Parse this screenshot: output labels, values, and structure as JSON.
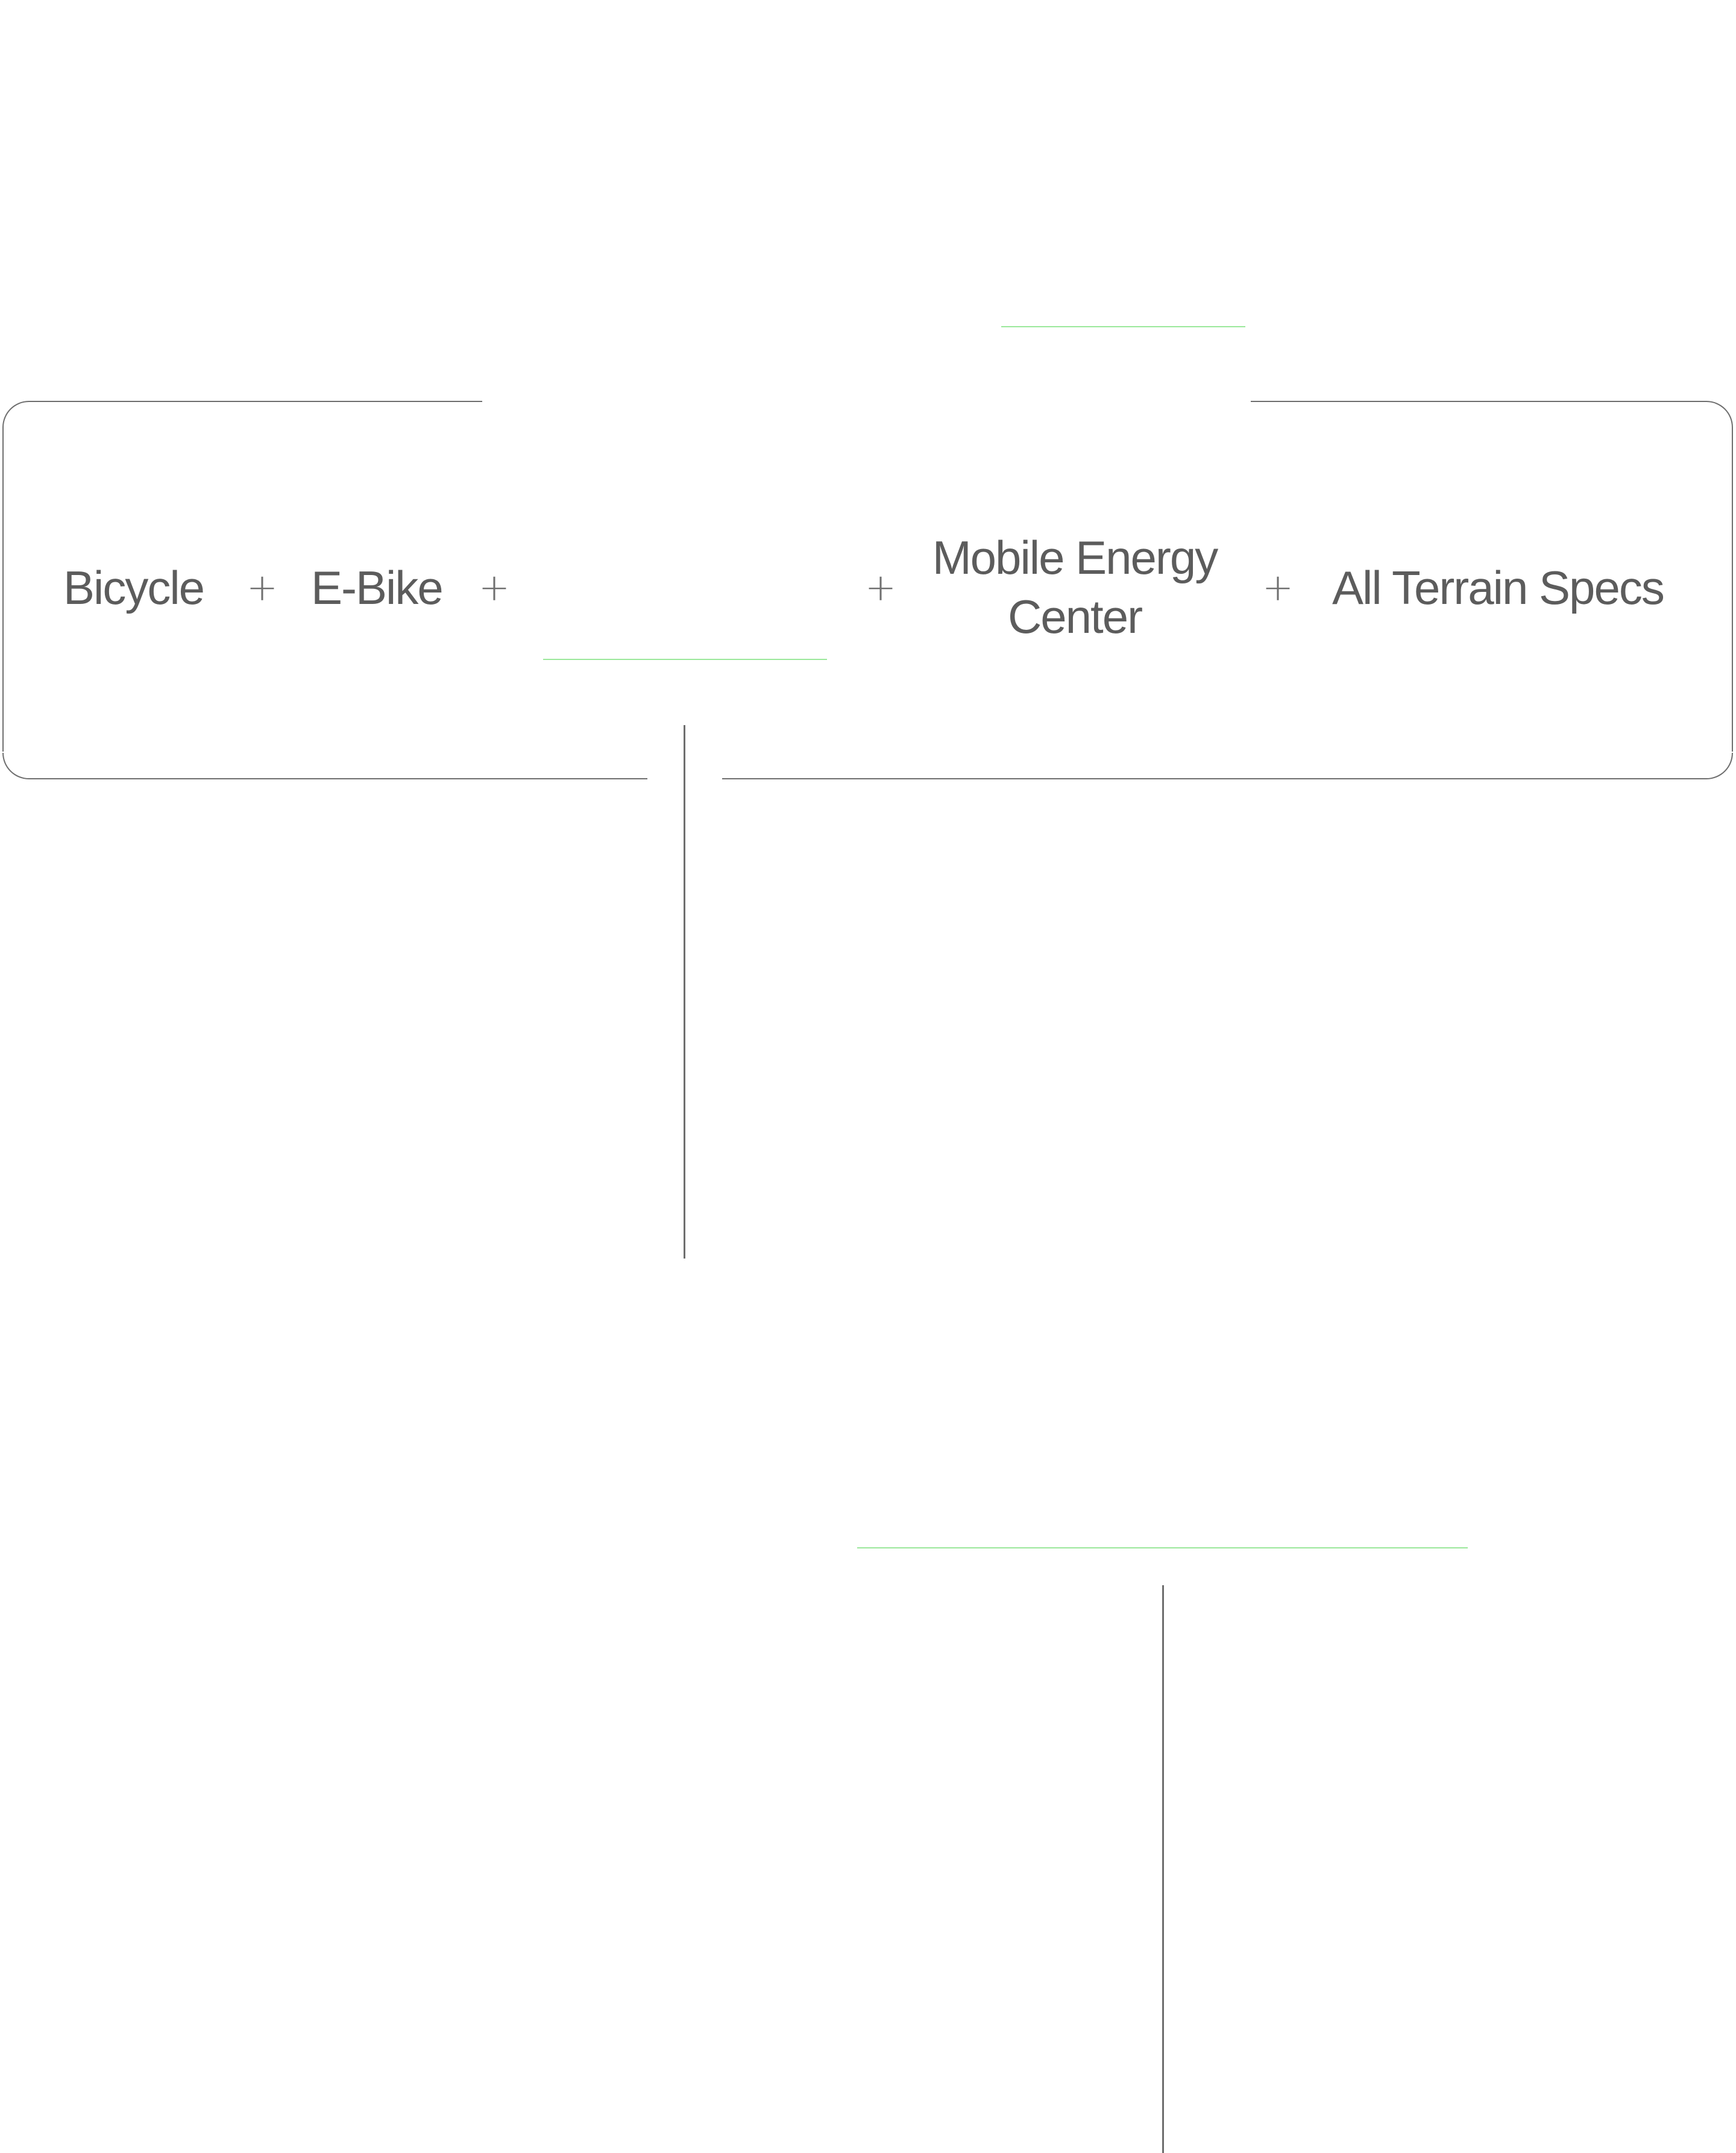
{
  "features": {
    "items": [
      {
        "label": "Bicycle"
      },
      {
        "label": "E-Bike"
      },
      {
        "label": ""
      },
      {
        "label": "Mobile Energy Center"
      },
      {
        "label": "All Terrain Specs"
      }
    ],
    "separator": "+"
  },
  "colors": {
    "accent": "#9be89b",
    "line": "#6e6e6e",
    "text": "#5c5c5c",
    "background": "#ffffff"
  }
}
